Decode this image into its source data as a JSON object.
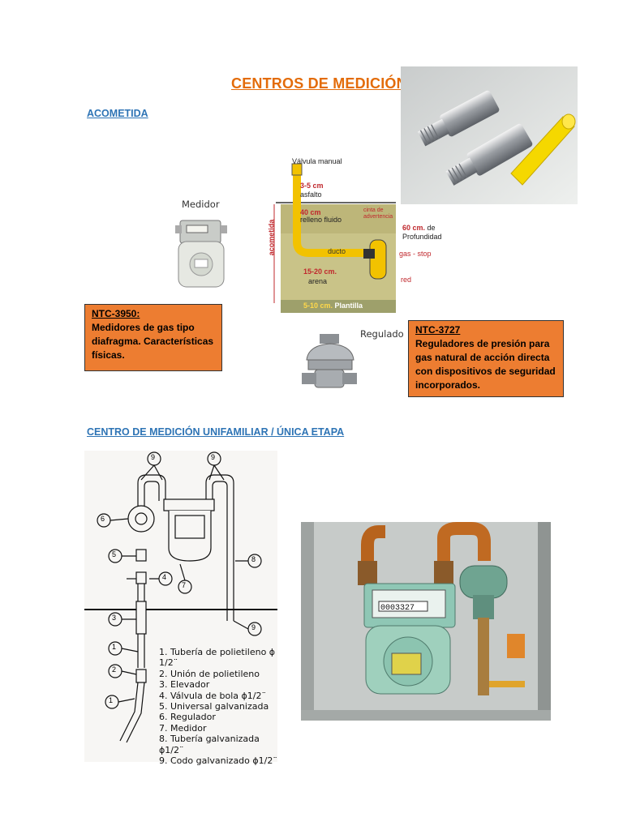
{
  "title": "CENTROS DE MEDICIÓN",
  "section1": {
    "heading": "ACOMETIDA"
  },
  "section2": {
    "heading": "CENTRO DE MEDICIÓN UNIFAMILIAR / ÚNICA ETAPA"
  },
  "boxes": {
    "ntc3950": {
      "code": "NTC-3950:",
      "text": "Medidores de gas tipo diafragma. Características físicas."
    },
    "ntc3727": {
      "code": "NTC-3727",
      "text": "Reguladores de presión para gas natural de acción directa con dispositivos de seguridad incorporados."
    }
  },
  "diagram": {
    "medidor": "Medidor",
    "regulado": "Regulado",
    "valvula": "Válvula manual",
    "d1": "3-5 cm",
    "asfalto": "asfalto",
    "d2": "40 cm",
    "relleno": "relleno fluido",
    "cinta1": "cinta de",
    "cinta2": "advertencia",
    "acometida": "acometida",
    "prof1": "60 cm.",
    "prof_de": "de",
    "prof2": "Profundidad",
    "ducto": "ducto",
    "gasstop": "gas - stop",
    "d3": "15-20 cm.",
    "arena": "arena",
    "red": "red",
    "d4": "5-10 cm.",
    "plantilla": "Plantilla"
  },
  "legend": [
    "1. Tubería de polietileno ϕ 1/2¨",
    "2. Unión de polietileno",
    "3. Elevador",
    "4. Válvula de bola ϕ1/2¨",
    "5. Universal galvanizada",
    "6. Regulador",
    "7. Medidor",
    "8. Tubería galvanizada ϕ1/2¨",
    "9. Codo galvanizado ϕ1/2¨"
  ],
  "callouts": [
    "9",
    "9",
    "6",
    "5",
    "4",
    "7",
    "8",
    "9",
    "3",
    "1",
    "2",
    "1"
  ],
  "meter_reading": "0003327",
  "colors": {
    "title": "#e36c0a",
    "heading": "#2e74b5",
    "box": "#ed7d31",
    "pipe_yellow": "#f2c200",
    "sand": "#c8c08a",
    "dimension_red": "#c0282d"
  }
}
